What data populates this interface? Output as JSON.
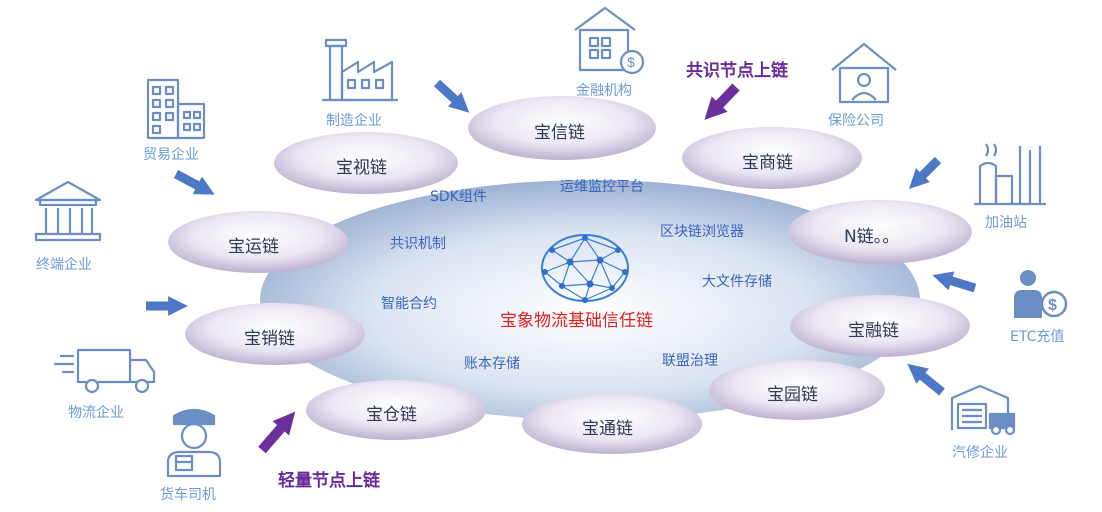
{
  "center": {
    "label": "宝象物流基础信任链"
  },
  "core_features": [
    "SDK组件",
    "运维监控平台",
    "共识机制",
    "区块链浏览器",
    "大文件存储",
    "智能合约",
    "账本存储",
    "联盟治理"
  ],
  "chains": [
    "宝信链",
    "宝视链",
    "宝商链",
    "宝运链",
    "N链。。",
    "宝销链",
    "宝融链",
    "宝园链",
    "宝仓链",
    "宝通链"
  ],
  "entities": [
    {
      "label": "金融机构",
      "icon": "bank-building-icon"
    },
    {
      "label": "制造企业",
      "icon": "factory-icon"
    },
    {
      "label": "保险公司",
      "icon": "house-icon"
    },
    {
      "label": "贸易企业",
      "icon": "office-building-icon"
    },
    {
      "label": "加油站",
      "icon": "refinery-icon"
    },
    {
      "label": "终端企业",
      "icon": "government-building-icon"
    },
    {
      "label": "ETC充值",
      "icon": "person-dollar-icon"
    },
    {
      "label": "物流企业",
      "icon": "delivery-truck-icon"
    },
    {
      "label": "汽修企业",
      "icon": "truck-garage-icon"
    },
    {
      "label": "货车司机",
      "icon": "driver-icon"
    }
  ],
  "callouts": {
    "consensus_node": "共识节点上链",
    "light_node": "轻量节点上链"
  },
  "colors": {
    "arrow_blue": "#4d77c7",
    "arrow_purple": "#6e2f9e",
    "center_red": "#e02020",
    "icon_stroke": "#6b8fc4"
  }
}
